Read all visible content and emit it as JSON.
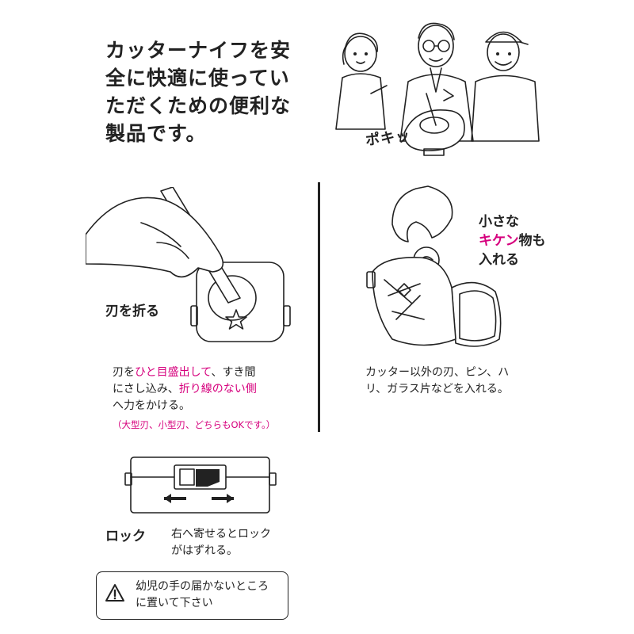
{
  "headline": {
    "lines": [
      "カッターナイフを安",
      "全に快適に使ってい",
      "ただくための便利な",
      "製品です。"
    ]
  },
  "top_illustration": {
    "sound_effect": "ポキッ"
  },
  "left_panel": {
    "label": "刃を折る",
    "desc": {
      "l1_a": "刃を",
      "l1_b": "ひと目盛出して",
      "l1_c": "、すき間",
      "l2_a": "にさし込み、",
      "l2_b": "折り線のない側",
      "l3": "へ力をかける。"
    },
    "note": "（大型刃、小型刃、どちらもOKです。）"
  },
  "right_panel": {
    "callout": {
      "l1": "小さな",
      "l2_pink": "キケン",
      "l2_rest": "物も",
      "l3": "入れる"
    },
    "desc": {
      "l1": "カッター以外の刃、ピン、ハ",
      "l2": "リ、ガラス片などを入れる。"
    }
  },
  "lock_section": {
    "label": "ロック",
    "desc": {
      "l1": "右へ寄せるとロック",
      "l2": "がはずれる。"
    }
  },
  "warning": {
    "icon": "warning-triangle-icon",
    "l1": "幼児の手の届かないところ",
    "l2": "に置いて下さい"
  },
  "colors": {
    "accent": "#d6007d",
    "ink": "#222222"
  }
}
